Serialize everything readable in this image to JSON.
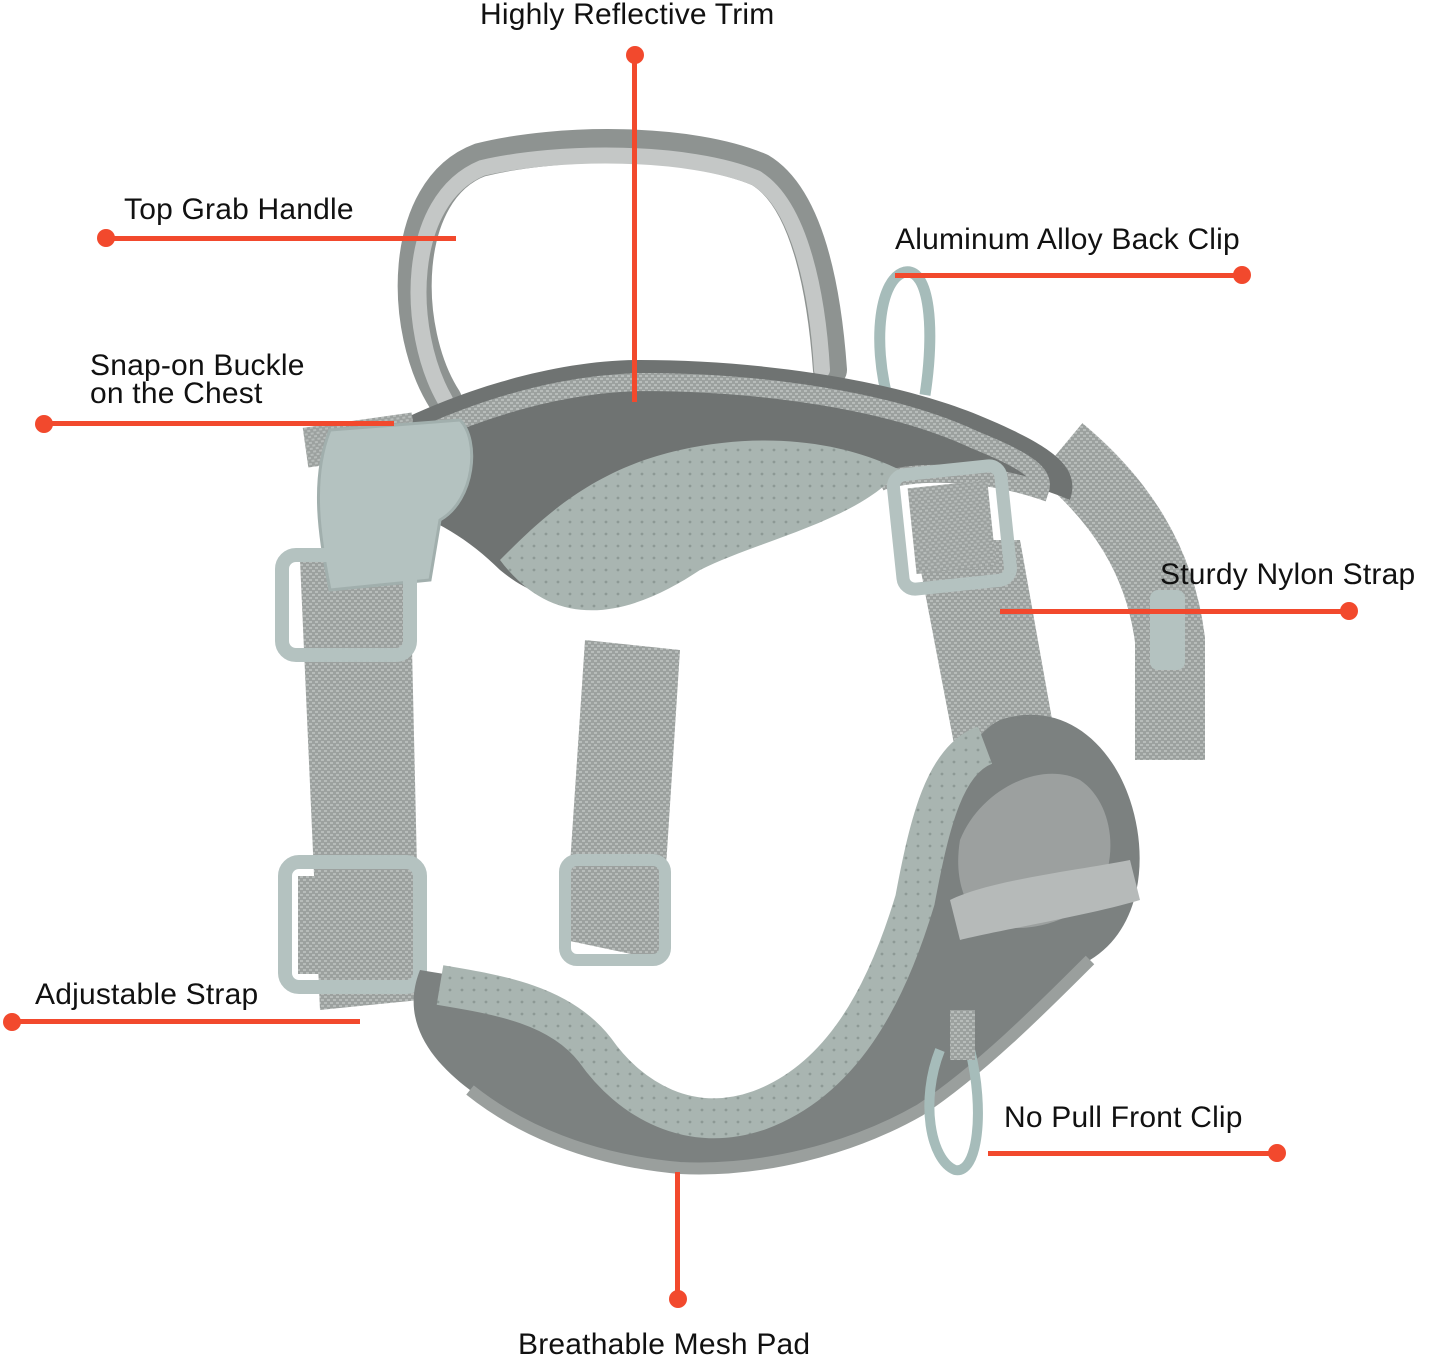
{
  "colors": {
    "callout": "#f2492d",
    "text": "#111111",
    "background": "#ffffff",
    "webbing": "#9ea3a1",
    "padding_dark": "#6f7372",
    "mesh": "#b9c4c0",
    "buckle": "#b4c2c0",
    "clip": "#a6bcba"
  },
  "product": {
    "name": "dog-harness",
    "color": "gray"
  },
  "callouts": [
    {
      "id": "highly-reflective-trim",
      "label": "Highly Reflective Trim"
    },
    {
      "id": "top-grab-handle",
      "label": "Top Grab Handle"
    },
    {
      "id": "aluminum-alloy-back-clip",
      "label": "Aluminum Alloy Back Clip"
    },
    {
      "id": "snap-on-buckle",
      "label_line1": "Snap-on Buckle",
      "label_line2": "on the Chest"
    },
    {
      "id": "sturdy-nylon-strap",
      "label": "Sturdy Nylon Strap"
    },
    {
      "id": "adjustable-strap",
      "label": "Adjustable Strap"
    },
    {
      "id": "no-pull-front-clip",
      "label": "No Pull Front Clip"
    },
    {
      "id": "breathable-mesh-pad",
      "label": "Breathable Mesh Pad"
    }
  ]
}
